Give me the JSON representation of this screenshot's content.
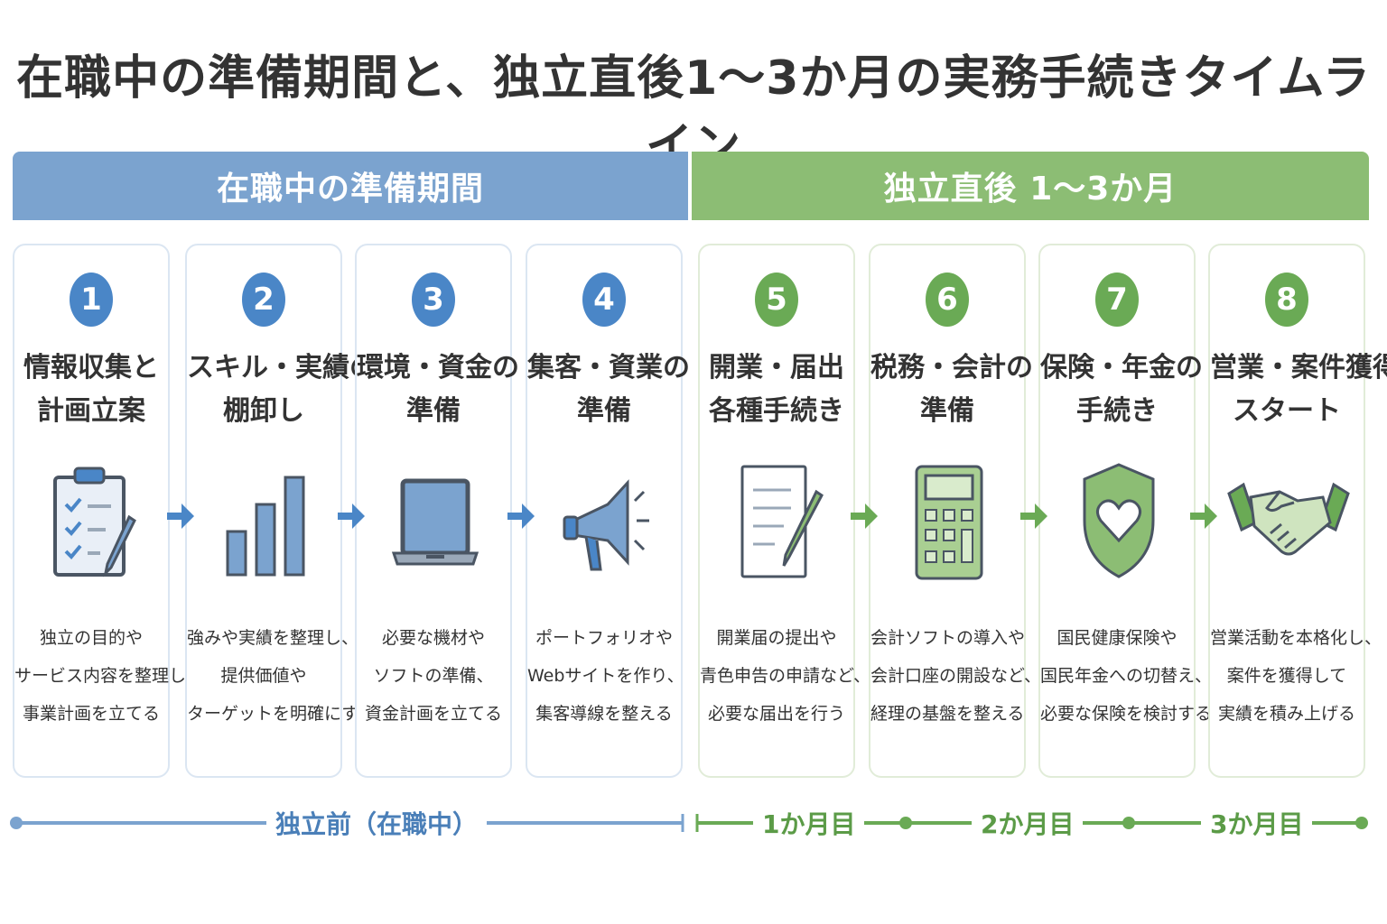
{
  "title": "在職中の準備期間と、独立直後1～3か月の実務手続きタイムライン",
  "phases": {
    "before": "在職中の準備期間",
    "after": "独立直後 1～3か月"
  },
  "colors": {
    "blue": "#4a86c7",
    "green": "#6aaa55",
    "blue_band": "#7ba3cf",
    "green_band": "#8cbd74"
  },
  "steps": [
    {
      "num": "1",
      "title1": "情報収集と",
      "title2": "計画立案",
      "icon": "clipboard-checklist-icon",
      "desc1": "独立の目的や",
      "desc2": "サービス内容を整理し、",
      "desc3": "事業計画を立てる"
    },
    {
      "num": "2",
      "title1": "スキル・実績の",
      "title2": "棚卸し",
      "icon": "bar-chart-icon",
      "desc1": "強みや実績を整理し、",
      "desc2": "提供価値や",
      "desc3": "ターゲットを明確にする"
    },
    {
      "num": "3",
      "title1": "環境・資金の",
      "title2": "準備",
      "icon": "laptop-icon",
      "desc1": "必要な機材や",
      "desc2": "ソフトの準備、",
      "desc3": "資金計画を立てる"
    },
    {
      "num": "4",
      "title1": "集客・資業の",
      "title2": "準備",
      "icon": "megaphone-icon",
      "desc1": "ポートフォリオや",
      "desc2": "Webサイトを作り、",
      "desc3": "集客導線を整える"
    },
    {
      "num": "5",
      "title1": "開業・届出",
      "title2": "各種手続き",
      "icon": "document-pen-icon",
      "desc1": "開業届の提出や",
      "desc2": "青色申告の申請など、",
      "desc3": "必要な届出を行う"
    },
    {
      "num": "6",
      "title1": "税務・会計の",
      "title2": "準備",
      "icon": "calculator-icon",
      "desc1": "会計ソフトの導入や",
      "desc2": "会計口座の開設など、",
      "desc3": "経理の基盤を整える"
    },
    {
      "num": "7",
      "title1": "保険・年金の",
      "title2": "手続き",
      "icon": "shield-heart-icon",
      "desc1": "国民健康保険や",
      "desc2": "国民年金への切替え、",
      "desc3": "必要な保険を検討する"
    },
    {
      "num": "8",
      "title1": "営業・案件獲得",
      "title2": "スタート",
      "icon": "handshake-icon",
      "desc1": "営業活動を本格化し、",
      "desc2": "案件を獲得して",
      "desc3": "実績を積み上げる"
    }
  ],
  "timeline": {
    "before": "独立前（在職中）",
    "month1": "1か月目",
    "month2": "2か月目",
    "month3": "3か月目"
  }
}
